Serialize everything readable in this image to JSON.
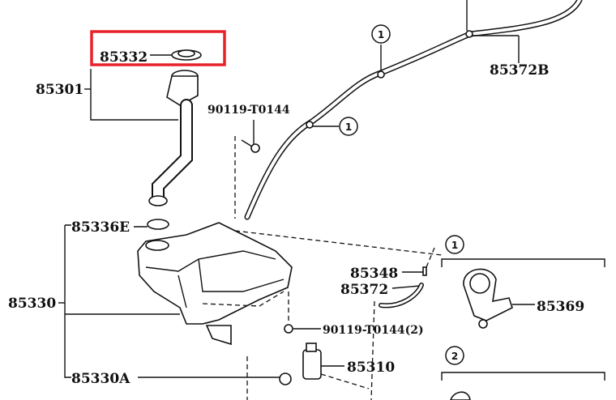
{
  "highlight_color": "#e8202a",
  "labels": {
    "p85332": "85332",
    "p85301": "85301",
    "p90119_top": "90119-T0144",
    "p85372B": "85372B",
    "p85336E": "85336E",
    "p85330": "85330",
    "p85348": "85348",
    "p85372": "85372",
    "p85369": "85369",
    "p90119_2": "90119-T0144(2)",
    "p85310": "85310",
    "p85330A": "85330A"
  },
  "callouts": [
    "1",
    "1",
    "1",
    "2"
  ]
}
